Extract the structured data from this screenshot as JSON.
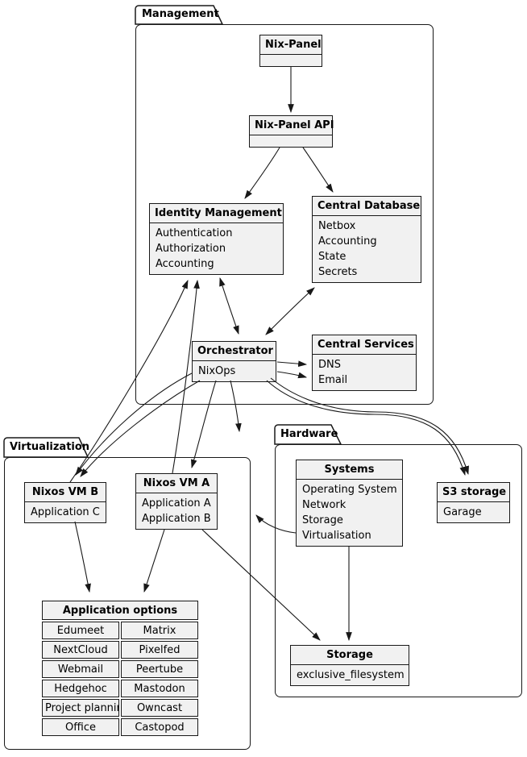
{
  "packages": {
    "management": {
      "label": "Management"
    },
    "virtualization": {
      "label": "Virtualization"
    },
    "hardware": {
      "label": "Hardware"
    }
  },
  "nodes": {
    "nix_panel": {
      "title": "Nix-Panel",
      "items": []
    },
    "nix_panel_api": {
      "title": "Nix-Panel API",
      "items": []
    },
    "identity_management": {
      "title": "Identity Management",
      "items": [
        "Authentication",
        "Authorization",
        "Accounting"
      ]
    },
    "central_database": {
      "title": "Central Database",
      "items": [
        "Netbox",
        "Accounting",
        "State",
        "Secrets"
      ]
    },
    "orchestrator": {
      "title": "Orchestrator",
      "items": [
        "NixOps"
      ]
    },
    "central_services": {
      "title": "Central Services",
      "items": [
        "DNS",
        "Email"
      ]
    },
    "nixos_vm_b": {
      "title": "Nixos VM B",
      "items": [
        "Application C"
      ]
    },
    "nixos_vm_a": {
      "title": "Nixos VM A",
      "items": [
        "Application A",
        "Application B"
      ]
    },
    "application_options": {
      "title": "Application options",
      "rows": [
        [
          "Edumeet",
          "Matrix"
        ],
        [
          "NextCloud",
          "Pixelfed"
        ],
        [
          "Webmail",
          "Peertube"
        ],
        [
          "Hedgehoc",
          "Mastodon"
        ],
        [
          "Project planning",
          "Owncast"
        ],
        [
          "Office",
          "Castopod"
        ]
      ]
    },
    "systems": {
      "title": "Systems",
      "items": [
        "Operating System",
        "Network",
        "Storage",
        "Virtualisation"
      ]
    },
    "s3_storage": {
      "title": "S3 storage",
      "items": [
        "Garage"
      ]
    },
    "storage": {
      "title": "Storage",
      "items": [
        "exclusive_filesystem"
      ]
    }
  },
  "edges": [
    {
      "from": "Nix-Panel",
      "to": "Nix-Panel API",
      "direction": "one-way"
    },
    {
      "from": "Nix-Panel API",
      "to": "Identity Management",
      "direction": "one-way"
    },
    {
      "from": "Nix-Panel API",
      "to": "Central Database",
      "direction": "one-way"
    },
    {
      "from": "Identity Management",
      "to": "Orchestrator",
      "direction": "two-way"
    },
    {
      "from": "Central Database",
      "to": "Orchestrator",
      "direction": "two-way"
    },
    {
      "from": "Orchestrator",
      "to": "Central Services (DNS)",
      "direction": "one-way"
    },
    {
      "from": "Orchestrator",
      "to": "Central Services (Email)",
      "direction": "one-way"
    },
    {
      "from": "Orchestrator",
      "to": "S3 storage",
      "direction": "one-way"
    },
    {
      "from": "Orchestrator",
      "to": "S3 storage",
      "direction": "one-way"
    },
    {
      "from": "Orchestrator",
      "to": "Virtualization",
      "direction": "one-way"
    },
    {
      "from": "Orchestrator",
      "to": "Nixos VM A",
      "direction": "one-way"
    },
    {
      "from": "Orchestrator",
      "to": "Nixos VM B",
      "direction": "one-way"
    },
    {
      "from": "Orchestrator",
      "to": "Nixos VM B",
      "direction": "one-way"
    },
    {
      "from": "Nixos VM B",
      "to": "Identity Management",
      "direction": "one-way"
    },
    {
      "from": "Nixos VM A",
      "to": "Identity Management",
      "direction": "one-way"
    },
    {
      "from": "Nixos VM A",
      "to": "Application options",
      "direction": "one-way"
    },
    {
      "from": "Nixos VM B",
      "to": "Application options",
      "direction": "one-way"
    },
    {
      "from": "Nixos VM A",
      "to": "Storage",
      "direction": "one-way"
    },
    {
      "from": "Systems",
      "to": "Storage",
      "direction": "one-way"
    },
    {
      "from": "Systems",
      "to": "Virtualization",
      "direction": "one-way"
    }
  ],
  "colors": {
    "node_fill": "#f1f1f1",
    "stroke": "#181818",
    "background": "#ffffff"
  }
}
